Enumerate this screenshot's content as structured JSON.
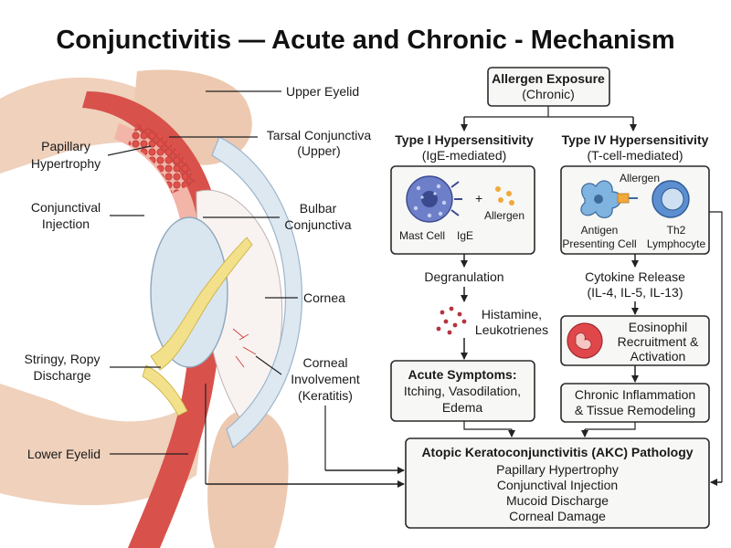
{
  "title": "Conjunctivitis — Acute and Chronic - Mechanism",
  "anatomy": {
    "upper_eyelid": "Upper Eyelid",
    "tarsal_1": "Tarsal Conjunctiva",
    "tarsal_2": "(Upper)",
    "papillary_1": "Papillary",
    "papillary_2": "Hypertrophy",
    "injection_1": "Conjunctival",
    "injection_2": "Injection",
    "bulbar_1": "Bulbar",
    "bulbar_2": "Conjunctiva",
    "cornea": "Cornea",
    "stringy_1": "Stringy, Ropy",
    "stringy_2": "Discharge",
    "corneal_1": "Corneal",
    "corneal_2": "Involvement",
    "corneal_3": "(Keratitis)",
    "lower_eyelid": "Lower Eyelid"
  },
  "flow": {
    "allergen_1": "Allergen Exposure",
    "allergen_2": "(Chronic)",
    "type1_1": "Type I Hypersensitivity",
    "type1_2": "(IgE-mediated)",
    "type4_1": "Type IV Hypersensitivity",
    "type4_2": "(T-cell-mediated)",
    "mast_cell": "Mast Cell",
    "ige": "IgE",
    "plus": "+",
    "allergen_small": "Allergen",
    "allergen_top": "Allergen",
    "apc_1": "Antigen",
    "apc_2": "Presenting Cell",
    "th2_1": "Th2",
    "th2_2": "Lymphocyte",
    "degranulation": "Degranulation",
    "histamine_1": "Histamine,",
    "histamine_2": "Leukotrienes",
    "cytokine_1": "Cytokine Release",
    "cytokine_2": "(IL-4, IL-5, IL-13)",
    "eos_1": "Eosinophil",
    "eos_2": "Recruitment &",
    "eos_3": "Activation",
    "acute_1": "Acute Symptoms:",
    "acute_2": "Itching, Vasodilation,",
    "acute_3": "Edema",
    "chronic_1": "Chronic Inflammation",
    "chronic_2": "& Tissue Remodeling",
    "akc_title": "Atopic Keratoconjunctivitis (AKC) Pathology",
    "akc_1": "Papillary Hypertrophy",
    "akc_2": "Conjunctival Injection",
    "akc_3": "Mucoid Discharge",
    "akc_4": "Corneal Damage"
  },
  "colors": {
    "eyelid_skin": "#ecc9b0",
    "conjunctiva": "#d9514b",
    "conjunctiva_light": "#f2b5a8",
    "cornea": "#dde8f1",
    "discharge": "#f3e08a",
    "mast_cell": "#6d7fc9",
    "apc": "#7fb3e0",
    "th2": "#5b8fd0",
    "eosinophil": "#e0474b",
    "allergen_dot": "#f0a93a",
    "histamine_dot": "#b5343f"
  }
}
